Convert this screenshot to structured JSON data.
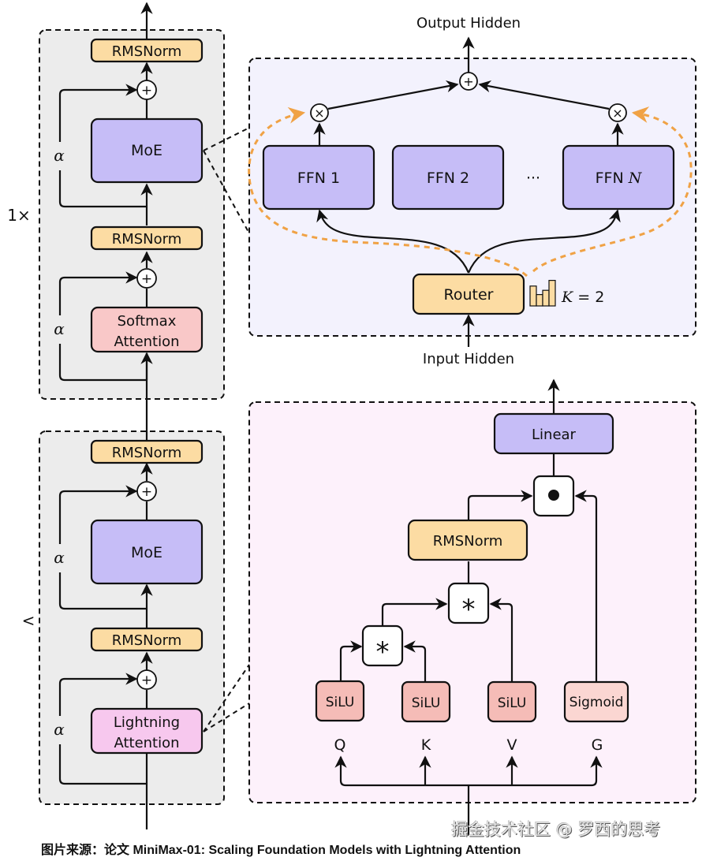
{
  "colors": {
    "block_bg": "#ececec",
    "moe_panel_bg": "#f3f2fd",
    "attn_panel_bg": "#fdf1fb",
    "rmsnorm": "#fcdca3",
    "moe": "#c6bdf7",
    "softmax_attention": "#f9c8c8",
    "lightning_attention": "#f7c8ee",
    "linear": "#c6bdf7",
    "silu": "#f5bcb7",
    "sigmoid": "#fbd6d2",
    "router": "#fcdca3",
    "gate_path": "#f0a245",
    "op_box": "#ffffff"
  },
  "left_stack": {
    "top_block": {
      "repeat_label": "1×",
      "rmsnorm_top": "RMSNorm",
      "moe": "MoE",
      "rmsnorm_mid": "RMSNorm",
      "attention": [
        "Softmax",
        "Attention"
      ],
      "residual_scale": "α",
      "add_symbol": "+"
    },
    "bottom_block": {
      "repeat_label": "<",
      "rmsnorm_top": "RMSNorm",
      "moe": "MoE",
      "rmsnorm_mid": "RMSNorm",
      "attention": [
        "Lightning",
        "Attention"
      ],
      "residual_scale": "α",
      "add_symbol": "+"
    }
  },
  "moe_panel": {
    "output_label": "Output Hidden",
    "input_label": "Input Hidden",
    "add_symbol": "+",
    "mul_symbol": "×",
    "experts": [
      {
        "label": "FFN 1"
      },
      {
        "label": "FFN 2"
      },
      {
        "label": "FFN ",
        "suffix_math": "N"
      }
    ],
    "ellipsis": "···",
    "router": "Router",
    "topk_label_var": "K",
    "topk_label_rest": " = 2",
    "router_scores": [
      0.7,
      0.4,
      0.55,
      0.9
    ]
  },
  "attention_panel": {
    "linear": "Linear",
    "gate_op": "●",
    "rmsnorm": "RMSNorm",
    "mul_op": "*",
    "activations": [
      "SiLU",
      "SiLU",
      "SiLU",
      "Sigmoid"
    ],
    "inputs": [
      "Q",
      "K",
      "V",
      "G"
    ]
  },
  "caption": "图片来源：论文 MiniMax-01: Scaling Foundation Models with Lightning Attention",
  "watermark": "掘金技术社区 @ 罗西的思考"
}
